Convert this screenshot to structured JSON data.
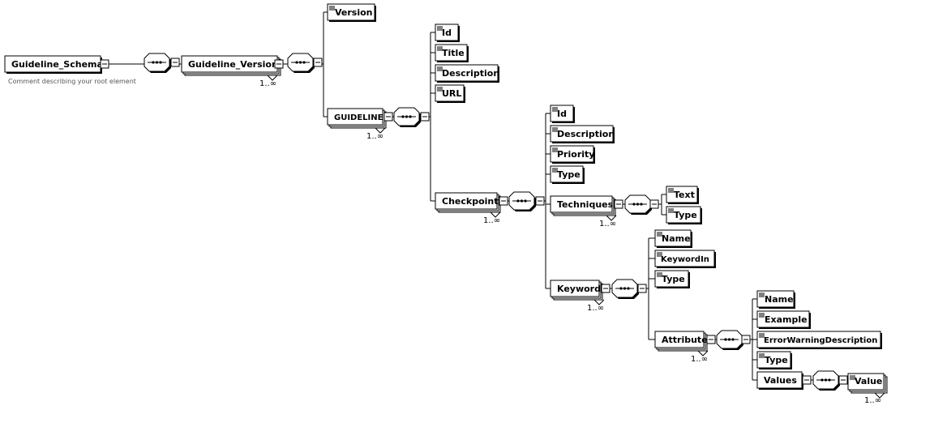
{
  "diagram": {
    "root": {
      "name": "Guideline_Schema",
      "comment": "Comment describing your root element"
    },
    "multiplicity": "1..∞",
    "nodes": {
      "guideline_version": "Guideline_Version",
      "version": "Version",
      "guideline": "GUIDELINE",
      "g_id": "Id",
      "g_title": "Title",
      "g_description": "Description",
      "g_url": "URL",
      "checkpoint": "Checkpoint",
      "c_id": "Id",
      "c_description": "Description",
      "c_priority": "Priority",
      "c_type": "Type",
      "techniques": "Techniques",
      "t_text": "Text",
      "t_type": "Type",
      "keyword": "Keyword",
      "k_name": "Name",
      "k_keywordin": "KeywordIn",
      "k_type": "Type",
      "attribute": "Attribute",
      "a_name": "Name",
      "a_example": "Example",
      "a_errorwarning": "ErrorWarningDescription",
      "a_type": "Type",
      "values": "Values",
      "value": "Value"
    }
  }
}
